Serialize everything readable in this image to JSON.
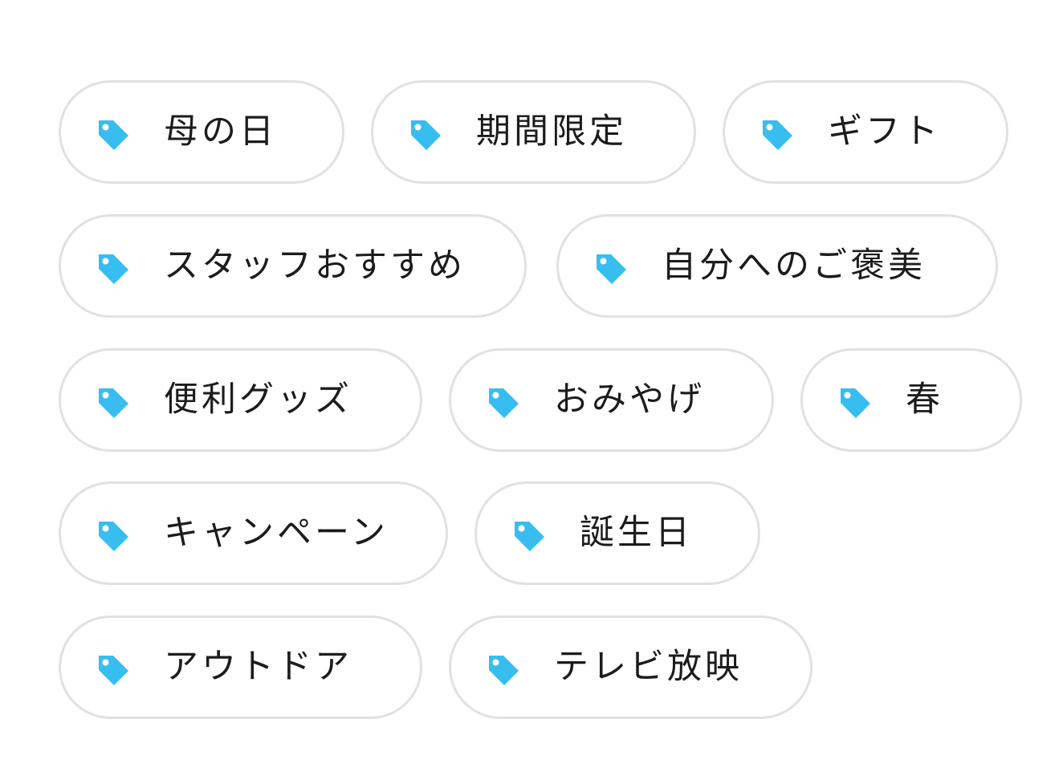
{
  "accent_color": "#38bdf0",
  "icon": "tag-icon",
  "rows": [
    [
      {
        "id": "hahanohi",
        "label": "母の日"
      },
      {
        "id": "kikangentei",
        "label": "期間限定"
      },
      {
        "id": "gift",
        "label": "ギフト"
      }
    ],
    [
      {
        "id": "staff-osusume",
        "label": "スタッフおすすめ"
      },
      {
        "id": "jibun-gohoubi",
        "label": "自分へのご褒美"
      }
    ],
    [
      {
        "id": "benri-goods",
        "label": "便利グッズ"
      },
      {
        "id": "omiyage",
        "label": "おみやげ"
      },
      {
        "id": "haru",
        "label": "春"
      }
    ],
    [
      {
        "id": "campaign",
        "label": "キャンペーン"
      },
      {
        "id": "tanjoubi",
        "label": "誕生日"
      }
    ],
    [
      {
        "id": "outdoor",
        "label": "アウトドア"
      },
      {
        "id": "tv-houei",
        "label": "テレビ放映"
      }
    ]
  ]
}
